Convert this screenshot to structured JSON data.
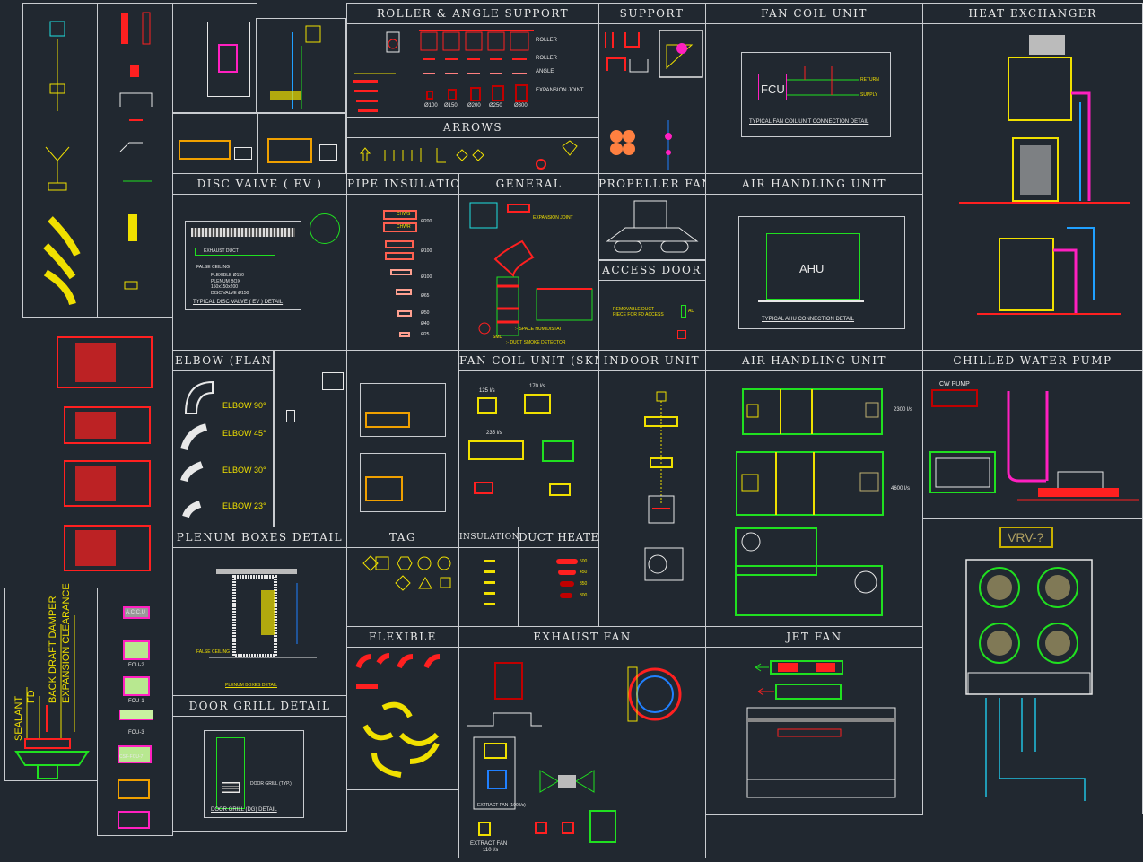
{
  "titles": {
    "roller": "ROLLER & ANGLE SUPPORT",
    "support": "SUPPORT",
    "fcu": "FAN COIL UNIT",
    "hx": "HEAT EXCHANGER",
    "arrows": "ARROWS",
    "disc": "DISC VALVE ( EV )",
    "pipe": "PIPE INSULATION",
    "general": "GENERAL",
    "prop": "PROPELLER FAN",
    "access": "ACCESS DOOR",
    "ahu1": "AIR HANDLING UNIT",
    "elbow": "ELBOW (FLANGED)",
    "fcuskm": "FAN COIL UNIT (SKM)",
    "indoor": "INDOOR UNIT",
    "ahu2": "AIR HANDLING UNIT",
    "cwp": "CHILLED WATER PUMP",
    "plenum": "PLENUM BOXES DETAIL",
    "tag": "TAG",
    "insul": "INSULATION",
    "heater": "DUCT HEATER",
    "flex": "FLEXIBLE",
    "exhaust": "EXHAUST FAN",
    "jet": "JET FAN",
    "door": "DOOR GRILL DETAIL"
  },
  "roller": {
    "labels": [
      "ROLLER",
      "ROLLER",
      "ANGLE",
      "EXPANSION JOINT"
    ],
    "sizes": [
      "Ø100",
      "Ø150",
      "Ø200",
      "Ø250",
      "Ø300"
    ]
  },
  "fcu": {
    "unit": "FCU",
    "caption": "TYPICAL FAN COIL UNIT CONNECTION DETAIL",
    "return": "RETURN",
    "supply": "SUPPLY"
  },
  "ahu1": {
    "unit": "AHU",
    "caption": "TYPICAL AHU CONNECTION DETAIL"
  },
  "disc": {
    "duct": "EXHAUST DUCT",
    "ceiling": "FALSE CEILING",
    "flex": "FLEXIBLE Ø150",
    "plenum": "PLENUM BOX",
    "plenum_size": "150x150x200",
    "valve": "DISC VALVE Ø150",
    "caption": "TYPICAL DISC VALVE ( EV ) DETAIL"
  },
  "pipe": {
    "sizes": [
      "Ø200",
      "Ø100",
      "Ø100",
      "Ø65",
      "Ø50",
      "Ø40",
      "Ø25"
    ],
    "chws": "CHWS",
    "chwr": "CHWR"
  },
  "general": {
    "expansion": "EXPANSION JOINT",
    "humidistat": ":- SPACE HUMIDISTAT",
    "smoke": ":- DUCT SMOKE DETECTOR",
    "smd": "SMD"
  },
  "access": {
    "note": "REMOVABLE DUCT PIECE FOR FD ACCESS",
    "ad": "AD"
  },
  "elbow": {
    "items": [
      "ELBOW 90°",
      "ELBOW 45°",
      "ELBOW 30°",
      "ELBOW 23°"
    ]
  },
  "fcuskm": {
    "flows": [
      "125 l/s",
      "170 l/s",
      "235 l/s"
    ]
  },
  "ahu2": {
    "flows": [
      "2300 l/s",
      "4600 l/s"
    ]
  },
  "cwp": {
    "pump": "CW PUMP"
  },
  "vrv": {
    "label": "VRV-?"
  },
  "heater": {
    "sizes": [
      "500",
      "450",
      "350",
      "300"
    ]
  },
  "plenum": {
    "caption": "PLENUM BOXES DETAIL",
    "ceiling": "FALSE CEILING"
  },
  "door": {
    "caption": "DOOR GRILL (DG) DETAIL",
    "note": "DOOR GRILL (TYP.)"
  },
  "exhaust": {
    "extract1": "EXTRACT FAN (100 l/s)",
    "extract2": "EXTRACT FAN",
    "extract2b": "110 l/s"
  },
  "damper": {
    "labels": [
      "SEALANT",
      "FD",
      "BACK DRAFT DAMPER",
      "EXPANSION CLEARANCE"
    ]
  },
  "accu": {
    "label": "A.C.C.U",
    "units": [
      "FCU-2",
      "FCU-1",
      "FCU-3",
      "CSF-FCU-7"
    ]
  },
  "colors": {
    "bg": "#212830",
    "line": "#c9ccd0",
    "red": "#ff2020",
    "yellow": "#f0e000",
    "green": "#20e020",
    "magenta": "#ff20c0"
  }
}
